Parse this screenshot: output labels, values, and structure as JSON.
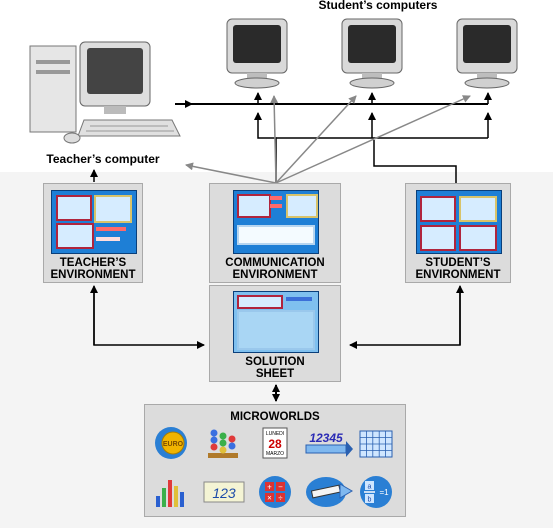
{
  "labels": {
    "students_computers": "Student’s computers",
    "teachers_computer": "Teacher’s computer"
  },
  "panels": {
    "teacher": [
      "TEACHER’S",
      "ENVIRONMENT"
    ],
    "communication": [
      "COMMUNICATION",
      "ENVIRONMENT"
    ],
    "student": [
      "STUDENT’S",
      "ENVIRONMENT"
    ],
    "solution": [
      "SOLUTION",
      "SHEET"
    ],
    "microworlds": "MICROWORLDS"
  },
  "microworld_icons": [
    {
      "name": "euro-coin-icon",
      "text": "EURO"
    },
    {
      "name": "abacus-icon",
      "text": ""
    },
    {
      "name": "calendar-icon",
      "text": "LUNEDI 28 MARZO"
    },
    {
      "name": "number-line-icon",
      "text": "12345"
    },
    {
      "name": "grid-icon",
      "text": ""
    },
    {
      "name": "bar-chart-icon",
      "text": ""
    },
    {
      "name": "digital-number-icon",
      "text": "123"
    },
    {
      "name": "operations-icon",
      "text": ""
    },
    {
      "name": "ruler-arrow-icon",
      "text": ""
    },
    {
      "name": "fraction-icon",
      "text": "a b = 1"
    }
  ],
  "colors": {
    "panel_bg": "#dcdcdc",
    "screen_blue": "#1e7fd6",
    "line_gray": "#888888",
    "line_black": "#000000"
  }
}
